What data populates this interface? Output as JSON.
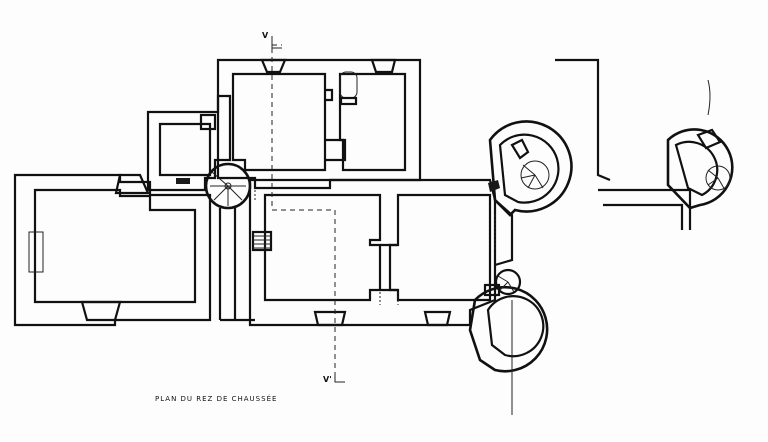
{
  "caption": "PLAN DU REZ DE CHAUSSÉE",
  "section_mark_top": "V",
  "section_mark_bottom": "V'",
  "colors": {
    "ink": "#111111",
    "paper": "#fdfdfd"
  }
}
